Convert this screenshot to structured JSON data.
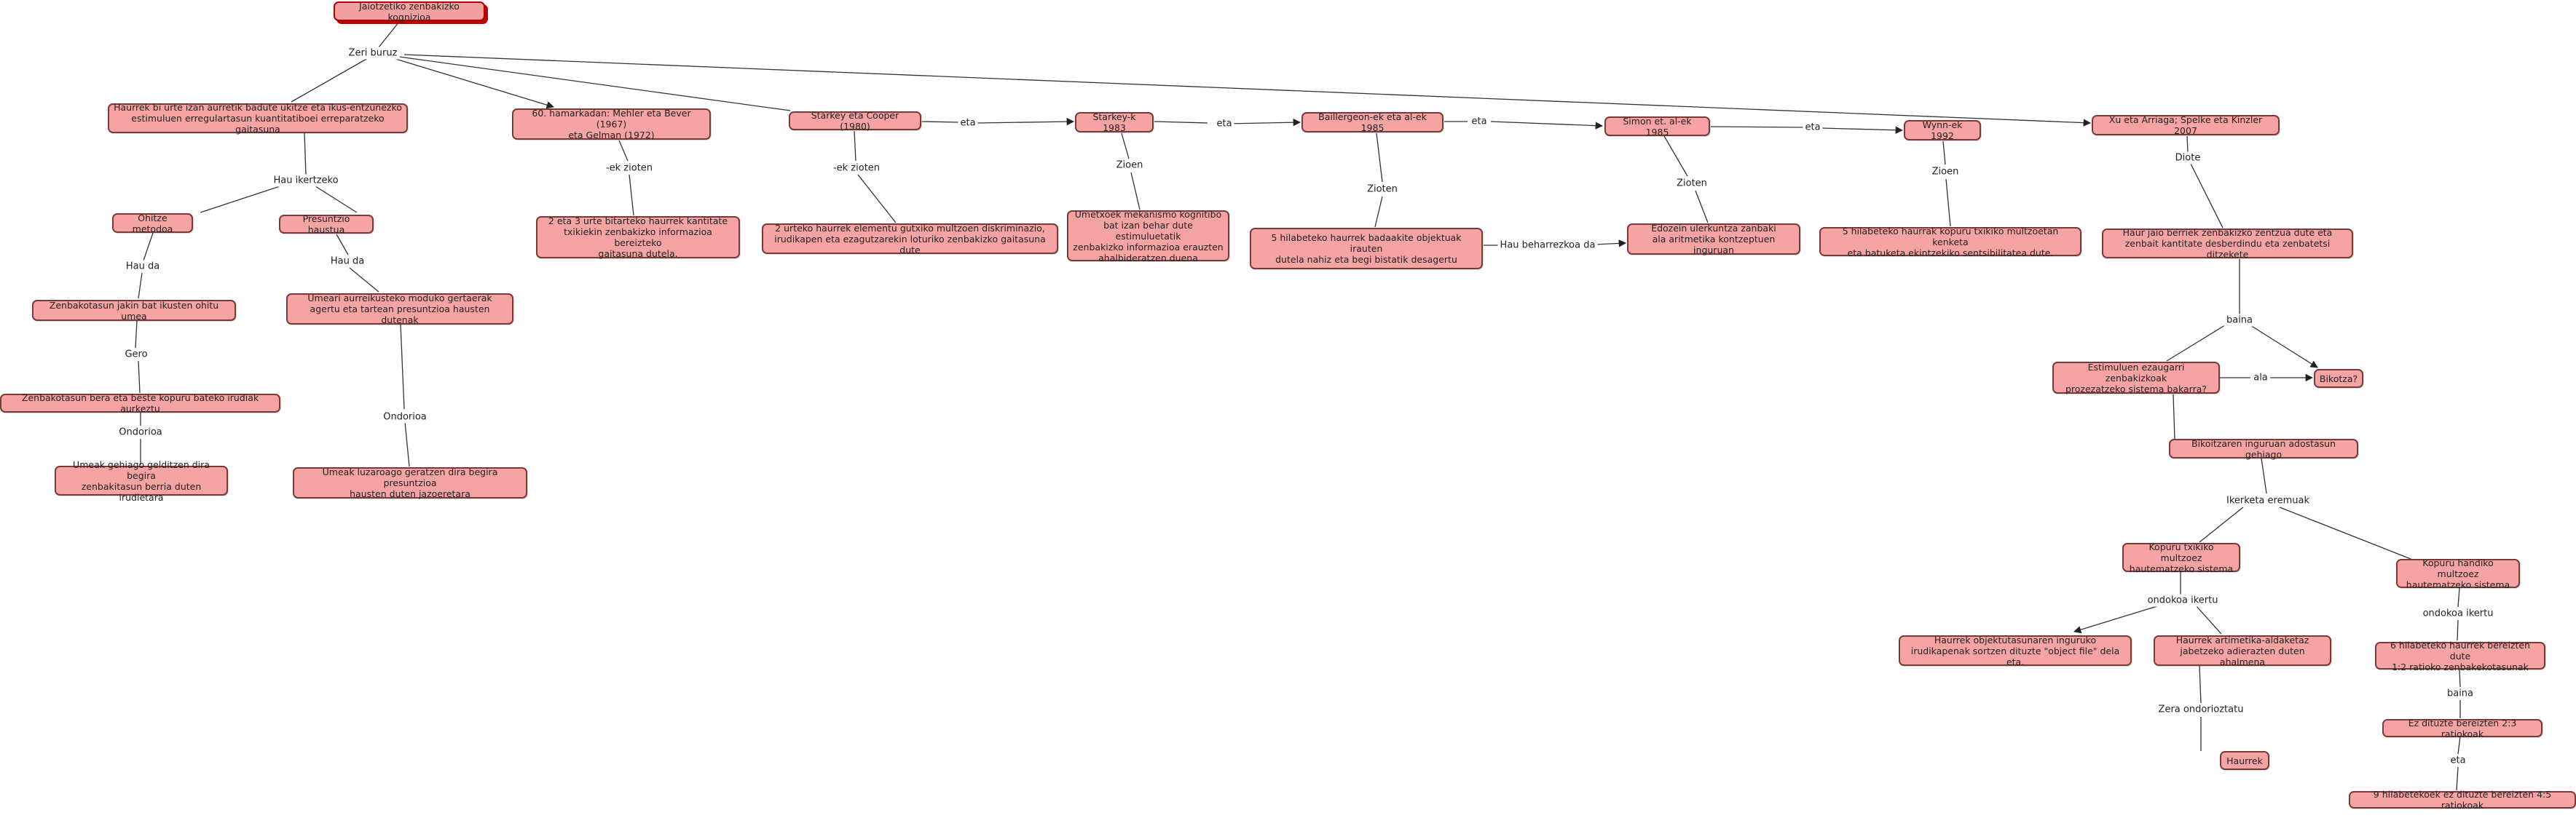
{
  "nodes": {
    "root": "Jaiotzetiko zenbakizko kognizioa",
    "n_bi_urte": "Haurrek bi urte izan aurretik badute ukitze eta ikus-entzunezko\nestimuluen erregulartasun kuantitatiboei erreparatzeko gaitasuna",
    "n_mehler": "60. hamarkadan: Mehler eta Bever (1967)\neta Gelman (1972)",
    "n_starkey_cooper": "Starkey eta Cooper (1980)",
    "n_starkey83": "Starkey-k 1983",
    "n_baillargeon": "Baillergeon-ek eta al-ek 1985",
    "n_simon": "Simon et. al-ek 1985",
    "n_wynn": "Wynn-ek 1992",
    "n_xu": "Xu eta Arriaga; Spelke eta Kinzler 2007",
    "n_ohitze": "Ohitze metodoa",
    "n_presuntzio": "Presuntzio haustua",
    "n_2eta3": "2 eta 3 urte bitarteko haurrek kantitate\ntxikiekin zenbakizko informazioa bereizteko\ngaitasuna dutela.",
    "n_2urteko": "2 urteko haurrek elementu gutxiko multzoen diskriminazio,\nirudikapen eta ezagutzarekin loturiko zenbakizko gaitasuna dute",
    "n_umetxoek": "Umetxoek mekanismo kognitibo\nbat izan behar dute estimuluetatik\nzenbakizko informazioa erauzten\nahalbideratzen duena",
    "n_5hila_bada": "5 hilabeteko haurrek badaakite  objektuak irauten\ndutela nahiz eta begi bistatik desagertu",
    "n_edozein": "Edozein ulerkuntza zanbaki\nala aritmetika kontzeptuen inguruan",
    "n_5hila_kop": "5 hilabeteko haurrak kopuru txikiko multzoetan kenketa\neta batuketa ekintzekiko sentsibilitatea dute.",
    "n_haur_jaio": "Haur jaio berriek zenbakizko zentzua dute eta\nzenbait kantitate desberdindu eta zenbatetsi ditzekete",
    "n_zenb_jakin": "Zenbakotasun jakin bat ikusten ohitu umea",
    "n_umeari": "Umeari aurreikusteko moduko gertaerak\nagertu eta  tartean presuntzioa hausten dutenak",
    "n_zenb_bera": "Zenbakotasun bera eta beste kopuru bateko irudiak aurkeztu",
    "n_umeak_geld": "Umeak gehiago gelditzen dira begira\nzenbakitasun berria duten irudietara",
    "n_umeak_luz": "Umeak luzaroago geratzen dira begira presuntzioa\nhausten duten jazoeretara",
    "n_estimuluen": "Estimuluen ezaugarri zenbakizkoak\nprozezatzeko sistema bakarra?",
    "n_bikotza": "Bikotza?",
    "n_bikoitzaren": "Bikoitzaren inguruan adostasun gehiago",
    "n_kop_txiki": "Kopuru txikiko multzoez\nhautematzeko sistema",
    "n_kop_handi": "Kopuru handiko multzoez\nhautematzeko sistema",
    "n_obj": "Haurrek objektutasunaren inguruko\nirudikapenak sortzen dituzte \"object file\" dela eta.",
    "n_aritm": "Haurrek artimetika-aldaketaz\njabetzeko adierazten duten ahalmena",
    "n_haurrek": "Haurrek",
    "n_6hila": "6 hilabeteko haurrek bereizten dute\n1:2 ratioko zenbakekotasunak",
    "n_ez23": "Ez dituzte bereizten 2:3 ratiokoak",
    "n_9hila": "9 hilabetekoek ez dituzte bereizten 4:5 ratiokoak"
  },
  "links": {
    "zeri_buruz": "Zeri buruz",
    "hau_ikertzeko": "Hau ikertzeko",
    "hau_da_1": "Hau da",
    "hau_da_2": "Hau da",
    "gero": "Gero",
    "ondorioa_1": "Ondorioa",
    "ondorioa_2": "Ondorioa",
    "ek_zioten_1": "-ek zioten",
    "ek_zioten_2": "-ek zioten",
    "eta_1": "eta",
    "eta_2": "eta",
    "eta_3": "eta",
    "eta_4": "eta",
    "eta_5": "eta",
    "zioen_1": "Zioen",
    "zioten_1": "Zioten",
    "zioten_2": "Zioten",
    "zioen_2": "Zioen",
    "diote": "Diote",
    "hau_beharrezkoa": "Hau beharrezkoa da",
    "baina_1": "baina",
    "ala": "ala",
    "ikerketa": "Ikerketa eremuak",
    "ondokoa_ikertu_1": "ondokoa ikertu",
    "ondokoa_ikertu_2": "ondokoa ikertu",
    "zera_ondorioztatu": "Zera ondorioztatu",
    "baina_2": "baina"
  },
  "colors": {
    "node_fill": "#f5a3a3",
    "node_border": "#7a3a3a",
    "root_border": "#b00000",
    "line": "#333333"
  }
}
